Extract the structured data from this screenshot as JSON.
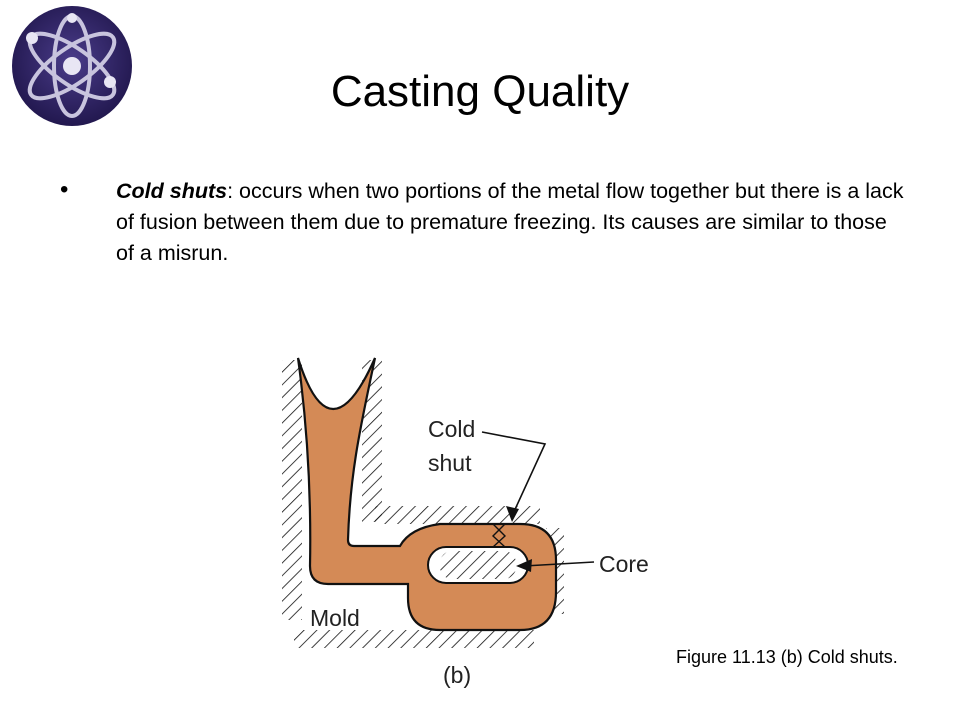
{
  "slide": {
    "title": "Casting Quality",
    "logo_icon": "atom-icon",
    "bullet": {
      "term": "Cold shuts",
      "text": ": occurs when two portions of the metal flow together but there is a lack of fusion between them due to premature freezing. Its causes are similar to those of a misrun."
    },
    "figure": {
      "labels": {
        "cold": "Cold",
        "shut": "shut",
        "core": "Core",
        "mold": "Mold",
        "panel": "(b)"
      },
      "caption": "Figure 11.13 (b) Cold shuts."
    },
    "colors": {
      "metal": "#D48A56",
      "logo_bg": "#2B1F63",
      "logo_ring": "#C8C4DE"
    }
  }
}
